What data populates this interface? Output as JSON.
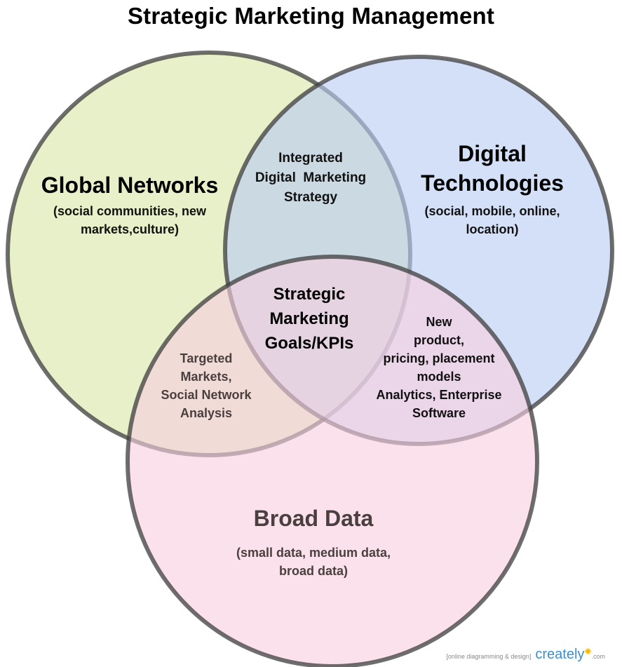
{
  "title": "Strategic Marketing Management",
  "colors": {
    "global": "#d8e7a6",
    "digital": "#b9cdf2",
    "broad": "#f7cfe0",
    "stroke": "#3d3d3d"
  },
  "sets": {
    "global": {
      "name": "Global Networks",
      "detail": [
        "(social communities, new",
        "markets,culture)"
      ]
    },
    "digital": {
      "name": [
        "Digital",
        "Technologies"
      ],
      "detail": [
        "(social, mobile, online,",
        "location)"
      ]
    },
    "broad": {
      "name": "Broad Data",
      "detail": [
        "(small data, medium data,",
        "broad data)"
      ]
    }
  },
  "intersections": {
    "global_digital": [
      "Integrated",
      "Digital  Marketing",
      "Strategy"
    ],
    "global_broad": [
      "Targeted",
      "Markets,",
      "Social Network",
      "Analysis"
    ],
    "digital_broad": [
      "New",
      "product,",
      "pricing, placement",
      "models",
      "Analytics, Enterprise",
      "Software"
    ],
    "all": [
      "Strategic",
      "Marketing",
      "Goals/KPIs"
    ]
  },
  "watermark": {
    "text": "[online diagramming & design]",
    "brand": "creately",
    "suffix": ".com"
  }
}
